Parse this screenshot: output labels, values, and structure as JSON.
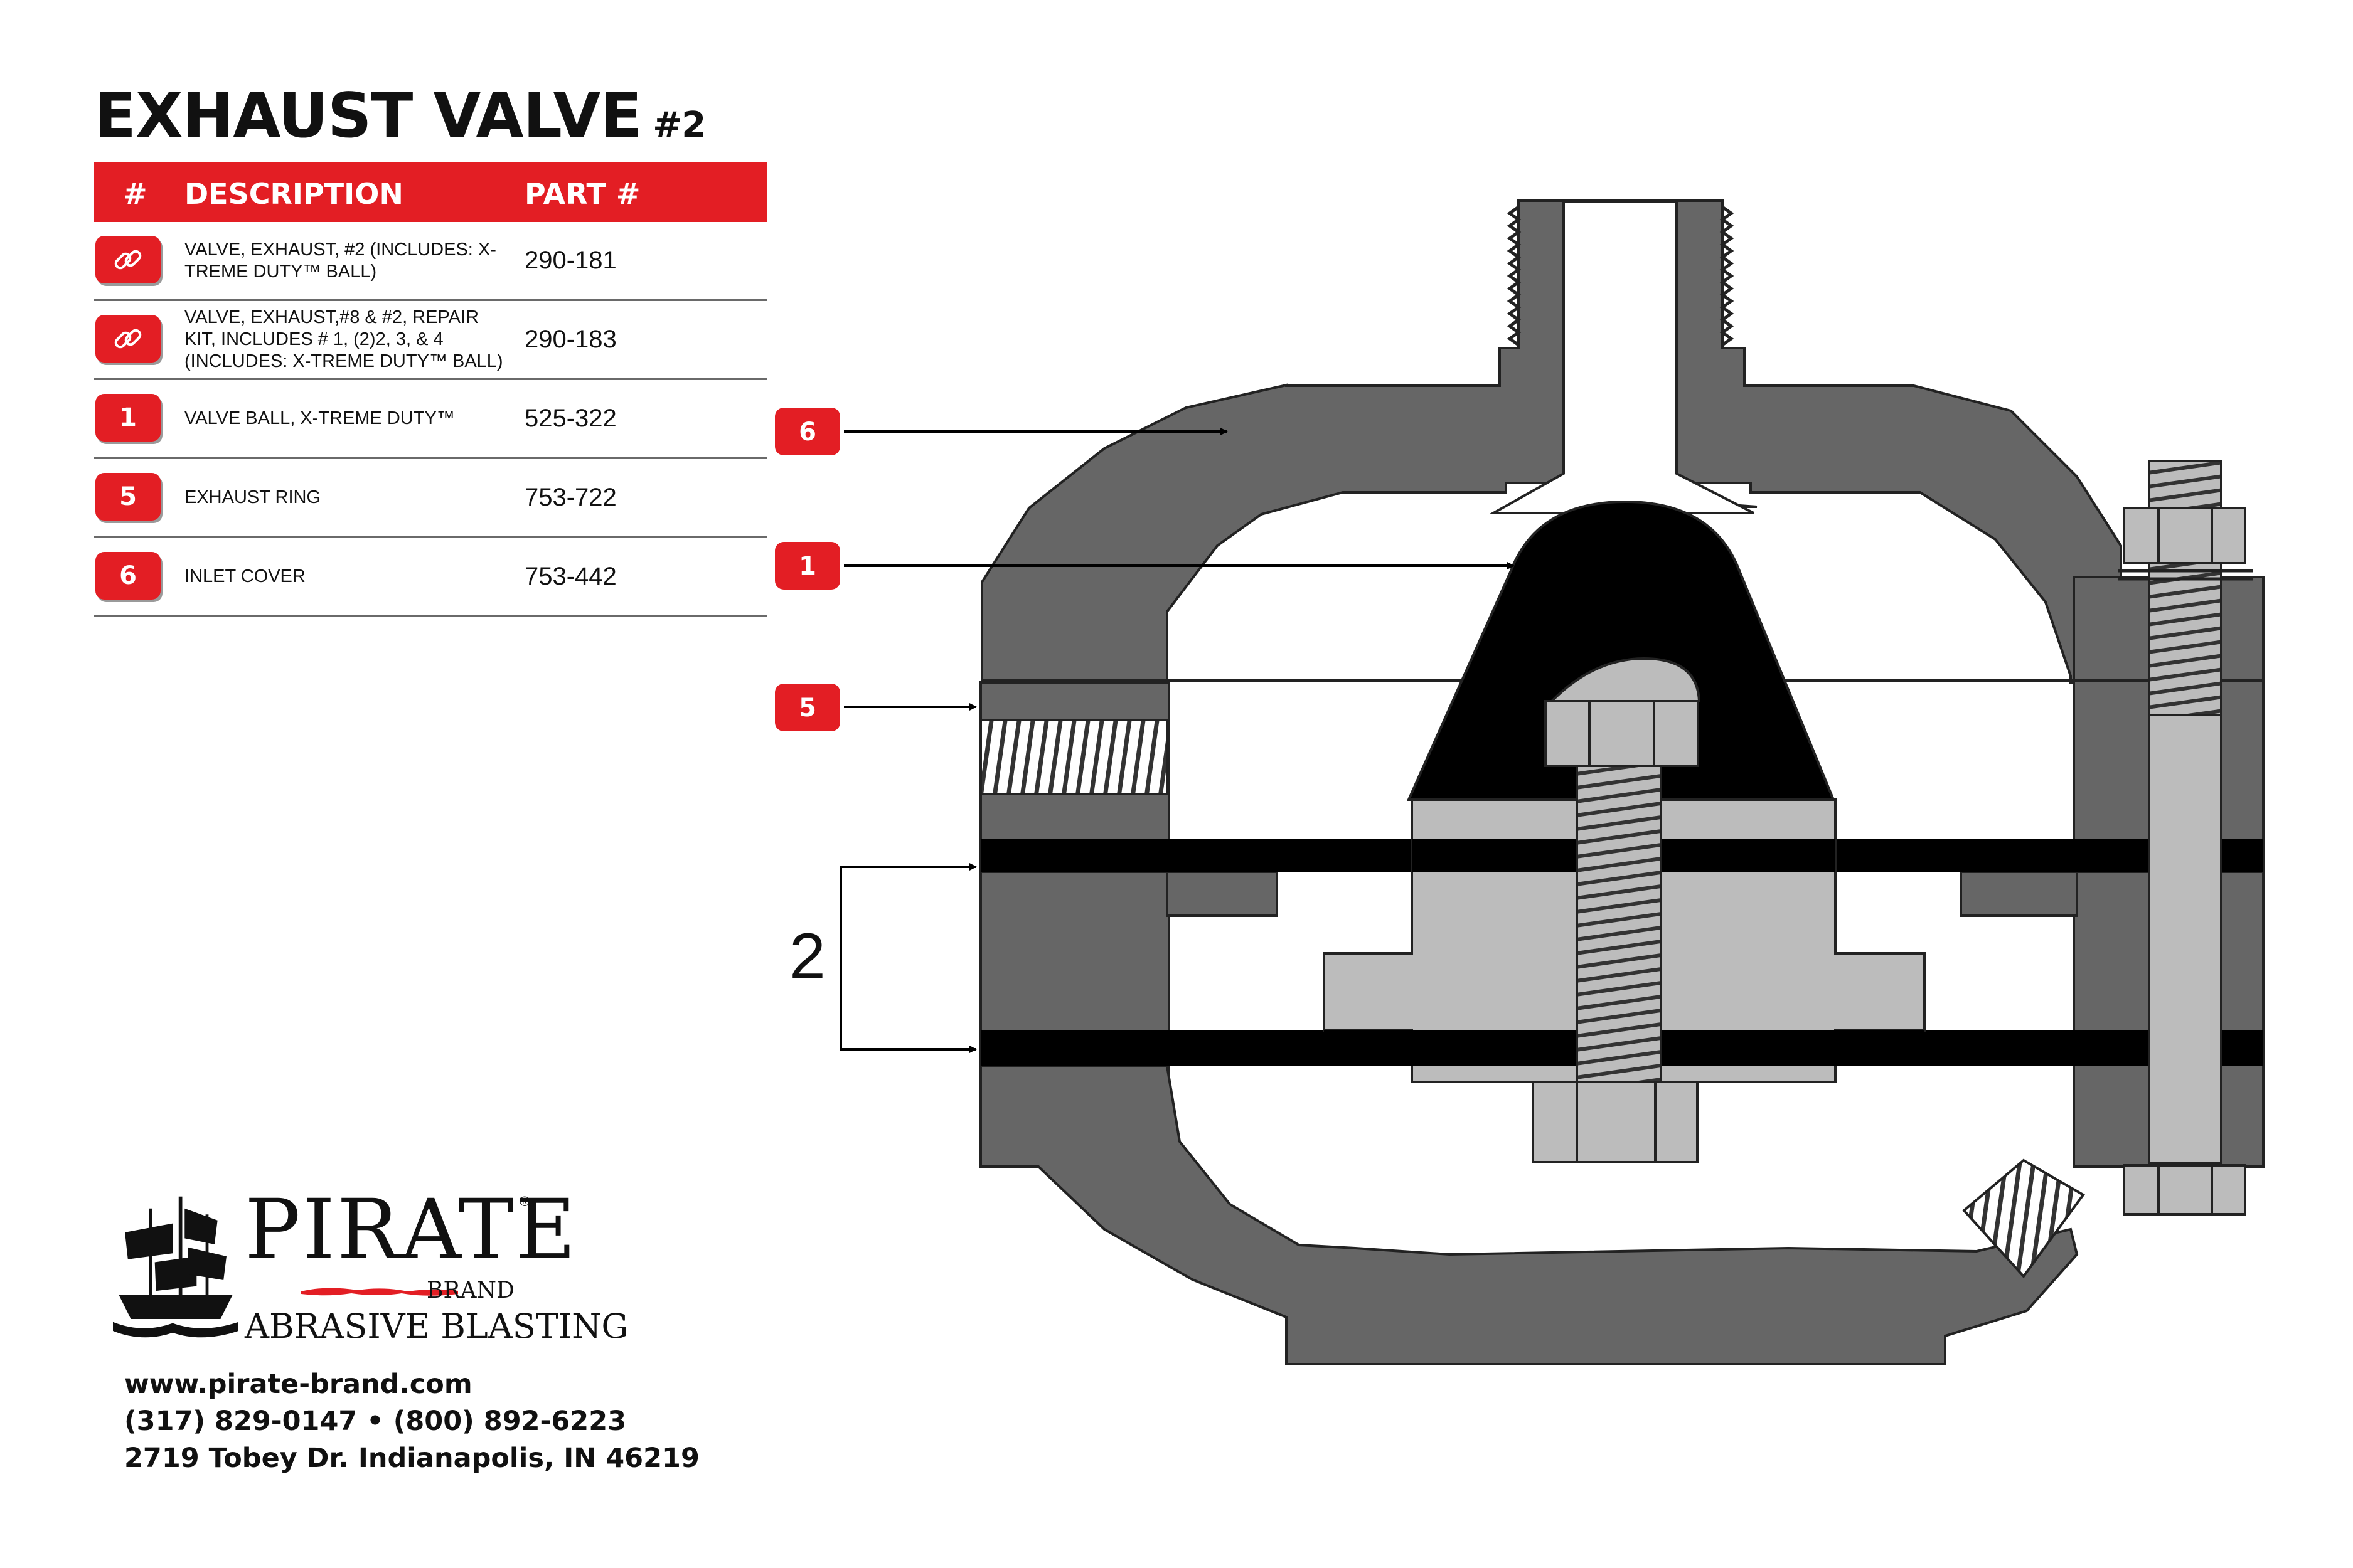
{
  "title": {
    "main": "EXHAUST VALVE",
    "sub": "#2"
  },
  "table": {
    "headers": {
      "num": "#",
      "description": "DESCRIPTION",
      "part": "PART #"
    },
    "rows": [
      {
        "num": "",
        "icon": "link-icon",
        "description": "VALVE, EXHAUST, #2 (INCLUDES: X-TREME DUTY™ BALL)",
        "part": "290-181"
      },
      {
        "num": "",
        "icon": "link-icon",
        "description": "VALVE, EXHAUST,#8 & #2, REPAIR KIT, INCLUDES # 1, (2)2, 3, & 4 (INCLUDES: X-TREME DUTY™ BALL)",
        "part": "290-183"
      },
      {
        "num": "1",
        "description": "VALVE BALL, X-TREME DUTY™",
        "part": "525-322"
      },
      {
        "num": "5",
        "description": "EXHAUST RING",
        "part": "753-722"
      },
      {
        "num": "6",
        "description": "INLET COVER",
        "part": "753-442"
      }
    ]
  },
  "callouts": [
    {
      "num": "6"
    },
    {
      "num": "1"
    },
    {
      "num": "5"
    }
  ],
  "group_label": "2",
  "brand": {
    "name": "PIRATE",
    "reg": "®",
    "sub": "BRAND",
    "tagline": "ABRASIVE BLASTING"
  },
  "contact": {
    "website": "www.pirate-brand.com",
    "phone": "(317) 829-0147 • (800) 892-6223",
    "address": "2719 Tobey Dr. Indianapolis, IN 46219"
  },
  "colors": {
    "accent": "#e31e24",
    "body": "#666666",
    "parts": "#bcbcbc",
    "black": "#000000"
  }
}
